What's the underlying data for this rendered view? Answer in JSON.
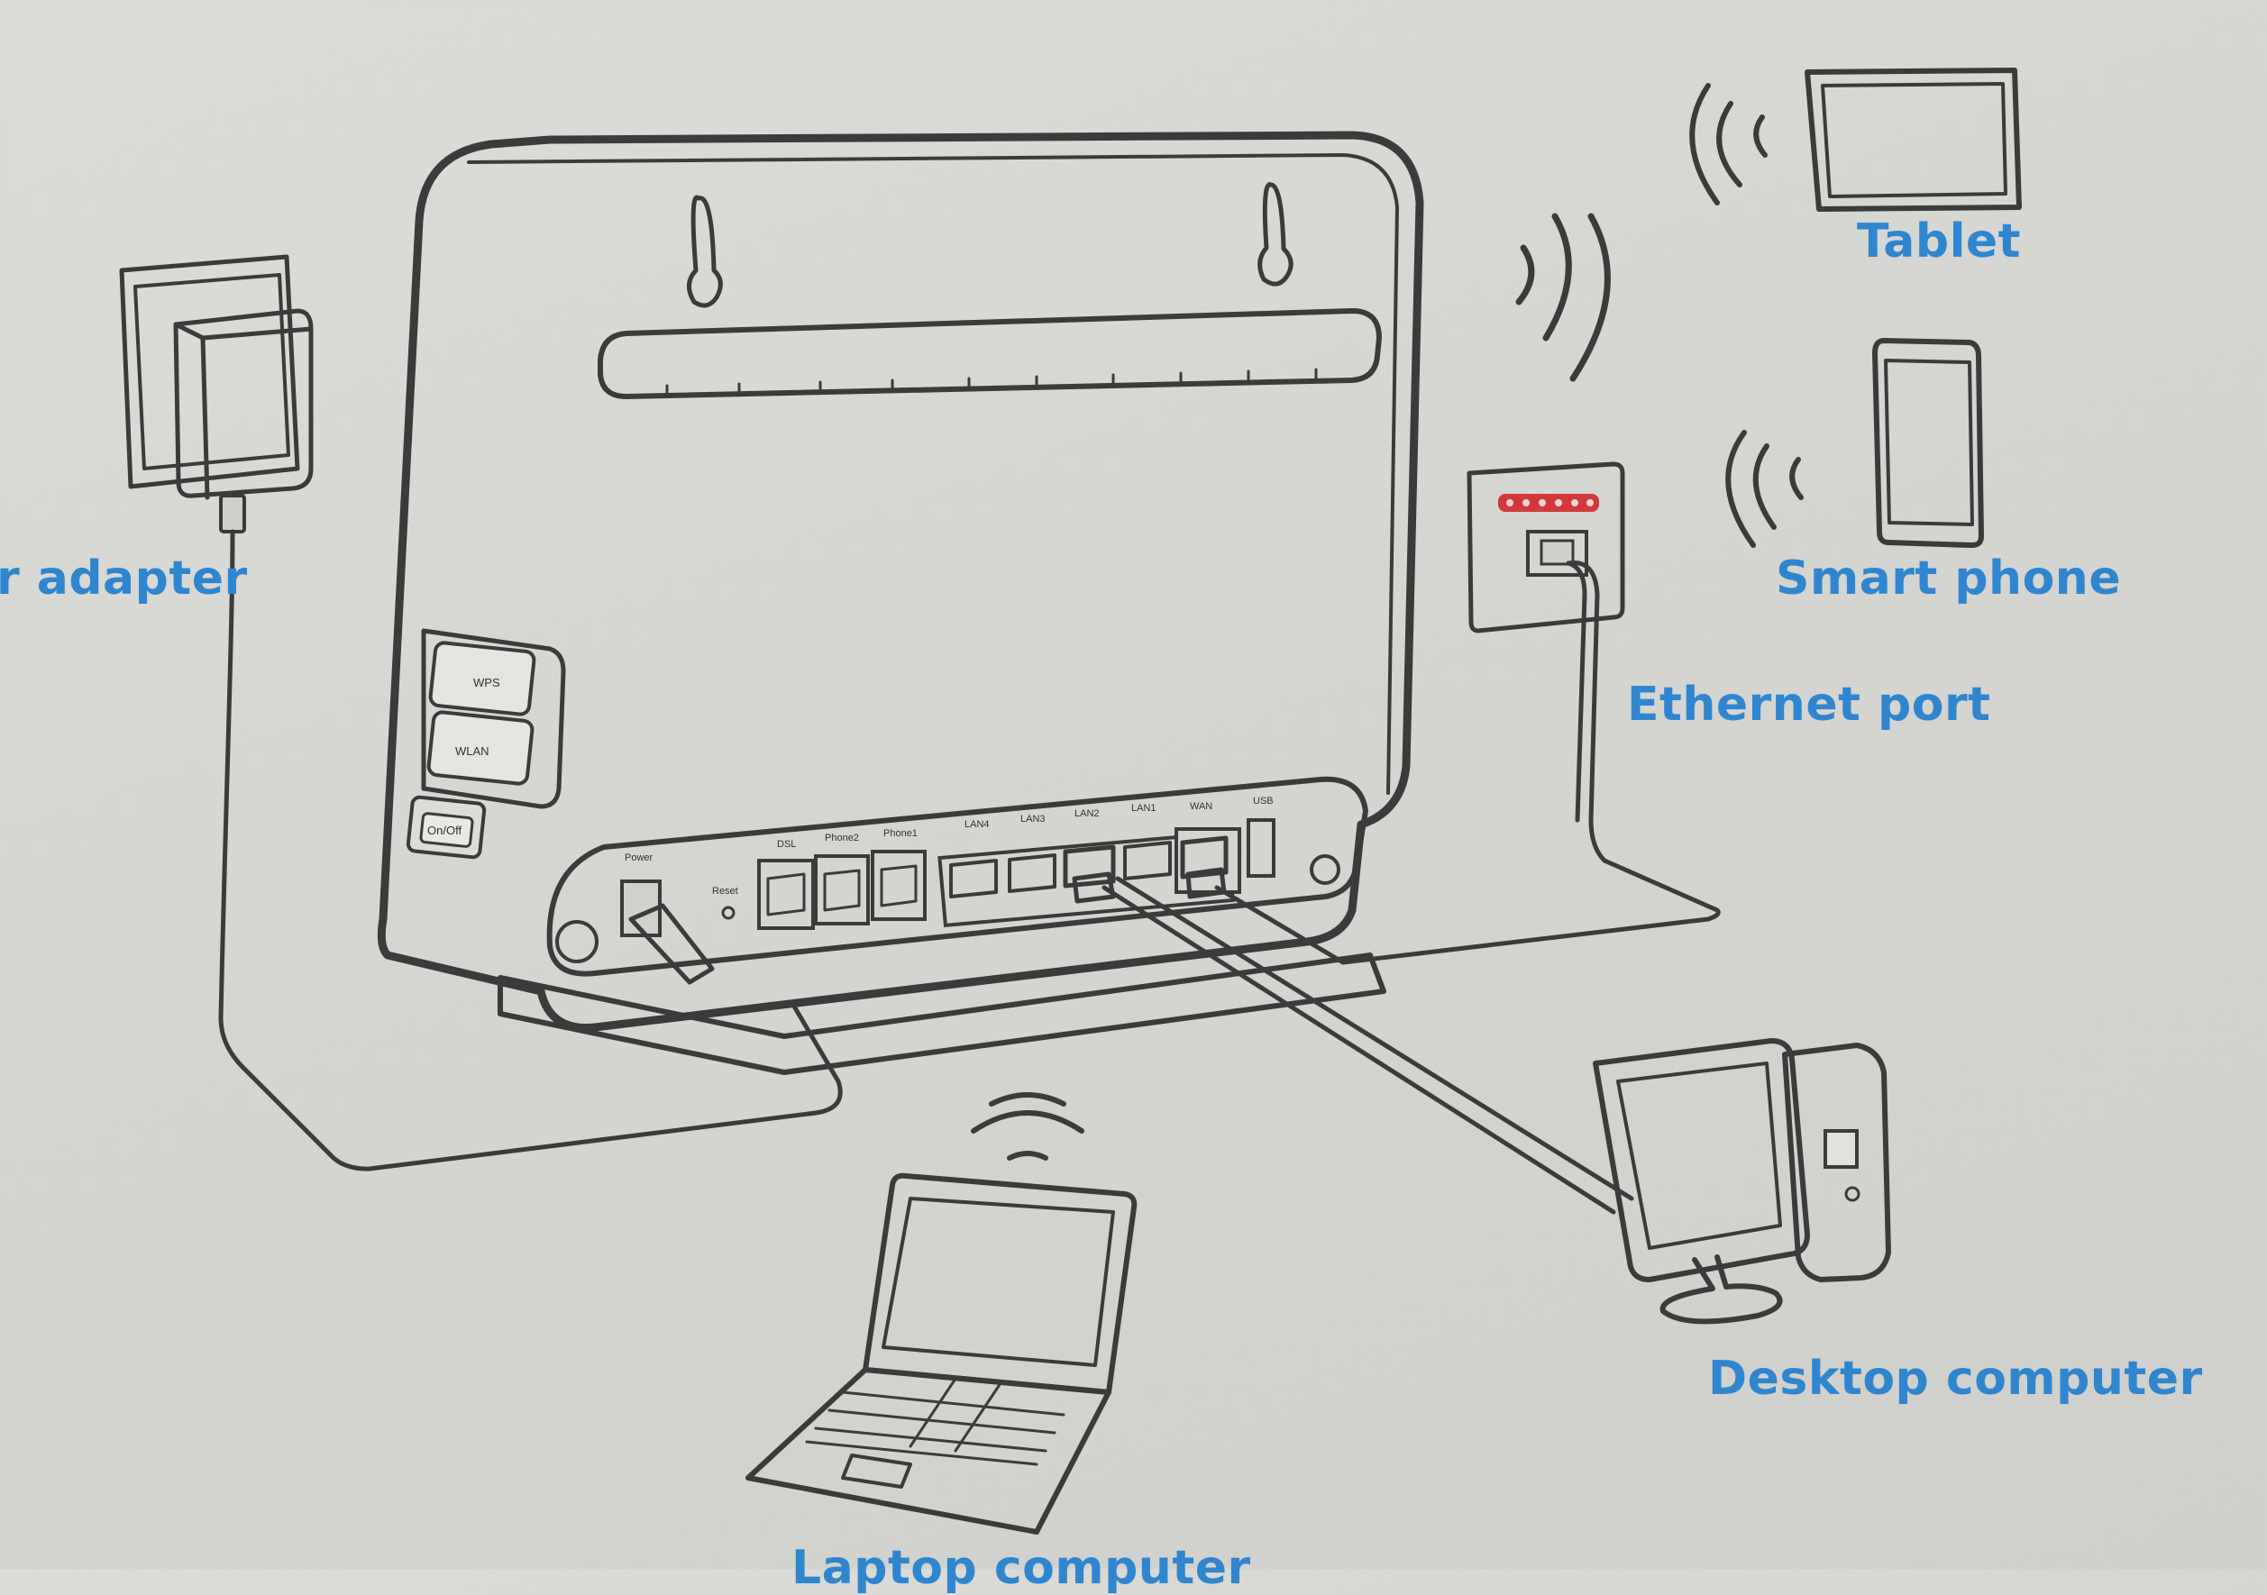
{
  "labels": {
    "power_adapter": "r adapter",
    "tablet": "Tablet",
    "smart_phone": "Smart phone",
    "ethernet_port": "Ethernet port",
    "desktop_computer": "Desktop computer",
    "laptop_computer": "Laptop computer"
  },
  "router": {
    "buttons": {
      "wps": "WPS",
      "wlan": "WLAN",
      "onoff": "On/Off"
    },
    "ports": {
      "power": "Power",
      "reset": "Reset",
      "dsl": "DSL",
      "phone2": "Phone2",
      "phone1": "Phone1",
      "lan4": "LAN4",
      "lan3": "LAN3",
      "lan2": "LAN2",
      "lan1": "LAN1",
      "wan": "WAN",
      "usb": "USB"
    }
  },
  "colors": {
    "label_blue": "#2f86cf",
    "line_dark": "#3b3b3b",
    "wall_socket_dots": "#d23a3a",
    "paper": "#d6d6d2"
  }
}
